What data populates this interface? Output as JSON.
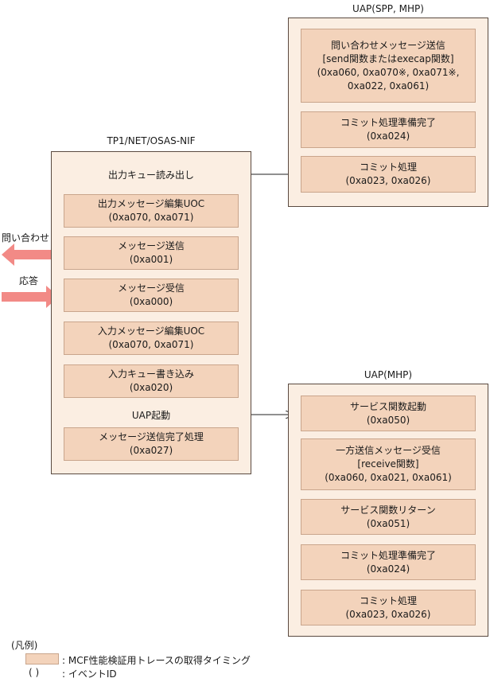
{
  "uap_spp_mhp": {
    "title": "UAP(SPP, MHP)",
    "boxes": [
      {
        "lines": [
          "問い合わせメッセージ送信",
          "[send関数またはexecap関数]",
          "(0xa060, 0xa070※, 0xa071※,",
          "0xa022, 0xa061)"
        ]
      },
      {
        "lines": [
          "コミット処理準備完了",
          "(0xa024)"
        ]
      },
      {
        "lines": [
          "コミット処理",
          "(0xa023, 0xa026)"
        ]
      }
    ]
  },
  "tp1": {
    "title": "TP1/NET/OSAS-NIF",
    "output_queue_read": "出力キュー読み出し",
    "uap_start": "UAP起動",
    "boxes": [
      {
        "lines": [
          "出力メッセージ編集UOC",
          "(0xa070, 0xa071)"
        ]
      },
      {
        "lines": [
          "メッセージ送信",
          "(0xa001)"
        ]
      },
      {
        "lines": [
          "メッセージ受信",
          "(0xa000)"
        ]
      },
      {
        "lines": [
          "入力メッセージ編集UOC",
          "(0xa070, 0xa071)"
        ]
      },
      {
        "lines": [
          "入力キュー書き込み",
          "(0xa020)"
        ]
      },
      {
        "lines": [
          "メッセージ送信完了処理",
          "(0xa027)"
        ]
      }
    ]
  },
  "uap_mhp": {
    "title": "UAP(MHP)",
    "boxes": [
      {
        "lines": [
          "サービス関数起動",
          "(0xa050)"
        ]
      },
      {
        "lines": [
          "一方送信メッセージ受信",
          "[receive関数]",
          "(0xa060, 0xa021, 0xa061)"
        ]
      },
      {
        "lines": [
          "サービス関数リターン",
          "(0xa051)"
        ]
      },
      {
        "lines": [
          "コミット処理準備完了",
          "(0xa024)"
        ]
      },
      {
        "lines": [
          "コミット処理",
          "(0xa023, 0xa026)"
        ]
      }
    ]
  },
  "side_labels": {
    "inquiry": "問い合わせ",
    "response": "応答"
  },
  "legend": {
    "title": "(凡例)",
    "swatch_text": ": MCF性能検証用トレースの取得タイミング",
    "paren_symbol": "(   )",
    "paren_text": ": イベントID"
  },
  "colors": {
    "panel_fill": "#fbeee2",
    "box_fill": "#f3d3bb",
    "big_arrow": "#f28a86"
  }
}
